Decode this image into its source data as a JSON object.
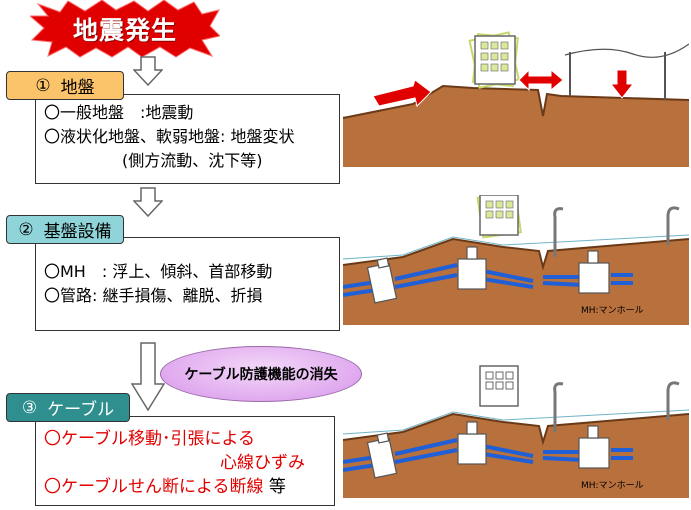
{
  "header": {
    "title": "地震発生"
  },
  "section1": {
    "num": "①",
    "label": "地盤",
    "lines": [
      "〇一般地盤　:地震動",
      "〇液状化地盤、軟弱地盤: 地盤変状"
    ],
    "sub": "(側方流動、沈下等)"
  },
  "section2": {
    "num": "②",
    "label": "基盤設備",
    "lines": [
      "〇MH　: 浮上、傾斜、首部移動",
      "〇管路: 継手損傷、離脱、折損"
    ]
  },
  "callout": {
    "text": "ケーブル防護機能の消失"
  },
  "section3": {
    "num": "③",
    "label": "ケーブル",
    "line1": "〇ケーブル移動･引張による",
    "line1b": "心線ひずみ",
    "line2": "〇ケーブルせん断による断線",
    "line2_tail": "等"
  },
  "diagram": {
    "mh_note": "MH:マンホール"
  },
  "colors": {
    "burst": "#e00000",
    "soil": "#b8703c",
    "soil_top": "#8a4e28",
    "pipe": "#1f5fd8",
    "arrow": "#e00000",
    "tab1": "#fbc36a",
    "tab2": "#8fd4d8",
    "tab3": "#2f8f8f"
  }
}
